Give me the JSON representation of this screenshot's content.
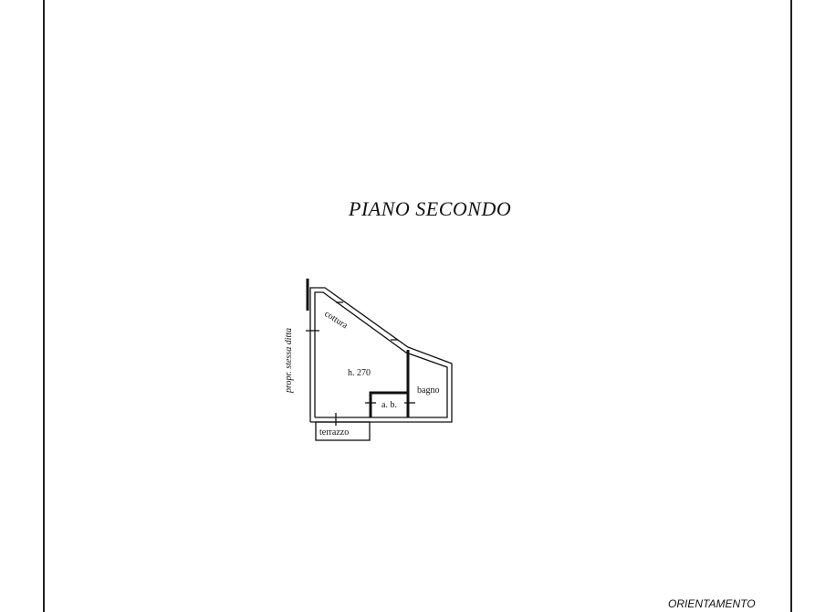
{
  "title": "PIANO SECONDO",
  "orientation_label": "ORIENTAMENTO",
  "plan": {
    "rooms": {
      "cottura": "cottura",
      "height": "h. 270",
      "bagno": "bagno",
      "ab": "a. b.",
      "terrazzo": "terrazzo"
    },
    "side_note": "propr. stessa ditta"
  }
}
